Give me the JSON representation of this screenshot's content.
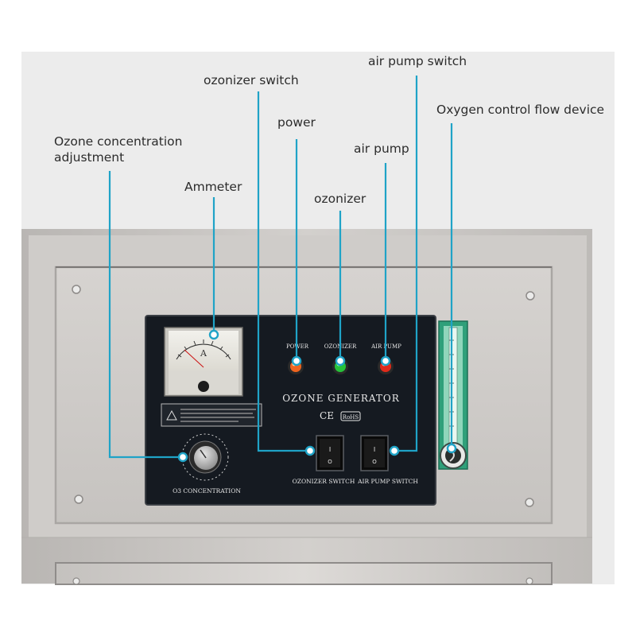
{
  "callouts": {
    "ozone_concentration_line1": "Ozone concentration",
    "ozone_concentration_line2": "adjustment",
    "ammeter": "Ammeter",
    "ozonizer_switch": "ozonizer switch",
    "power": "power",
    "ozonizer": "ozonizer",
    "air_pump": "air pump",
    "air_pump_switch": "air pump switch",
    "oxygen_flow": "Oxygen control flow device"
  },
  "panel": {
    "ammeter_unit": "A",
    "indicator_power": "POWER",
    "indicator_ozonizer": "OZONIZER",
    "indicator_air_pump": "AIR PUMP",
    "title": "OZONE GENERATOR",
    "ce_mark": "CE",
    "rohs_mark": "RoHS",
    "switch_ozonizer": "OZONIZER SWITCH",
    "switch_air_pump": "AIR PUMP SWITCH",
    "knob_label": "O3 CONCENTRATION",
    "switch_on_glyph": "I",
    "switch_off_glyph": "O"
  },
  "colors": {
    "leader": "#1fa3c7",
    "lamp_power": "#f0641e",
    "lamp_ozonizer": "#26c23a",
    "lamp_air_pump": "#e02a1a",
    "panel_face": "#151a21",
    "cabinet": "#c9c6c3"
  }
}
